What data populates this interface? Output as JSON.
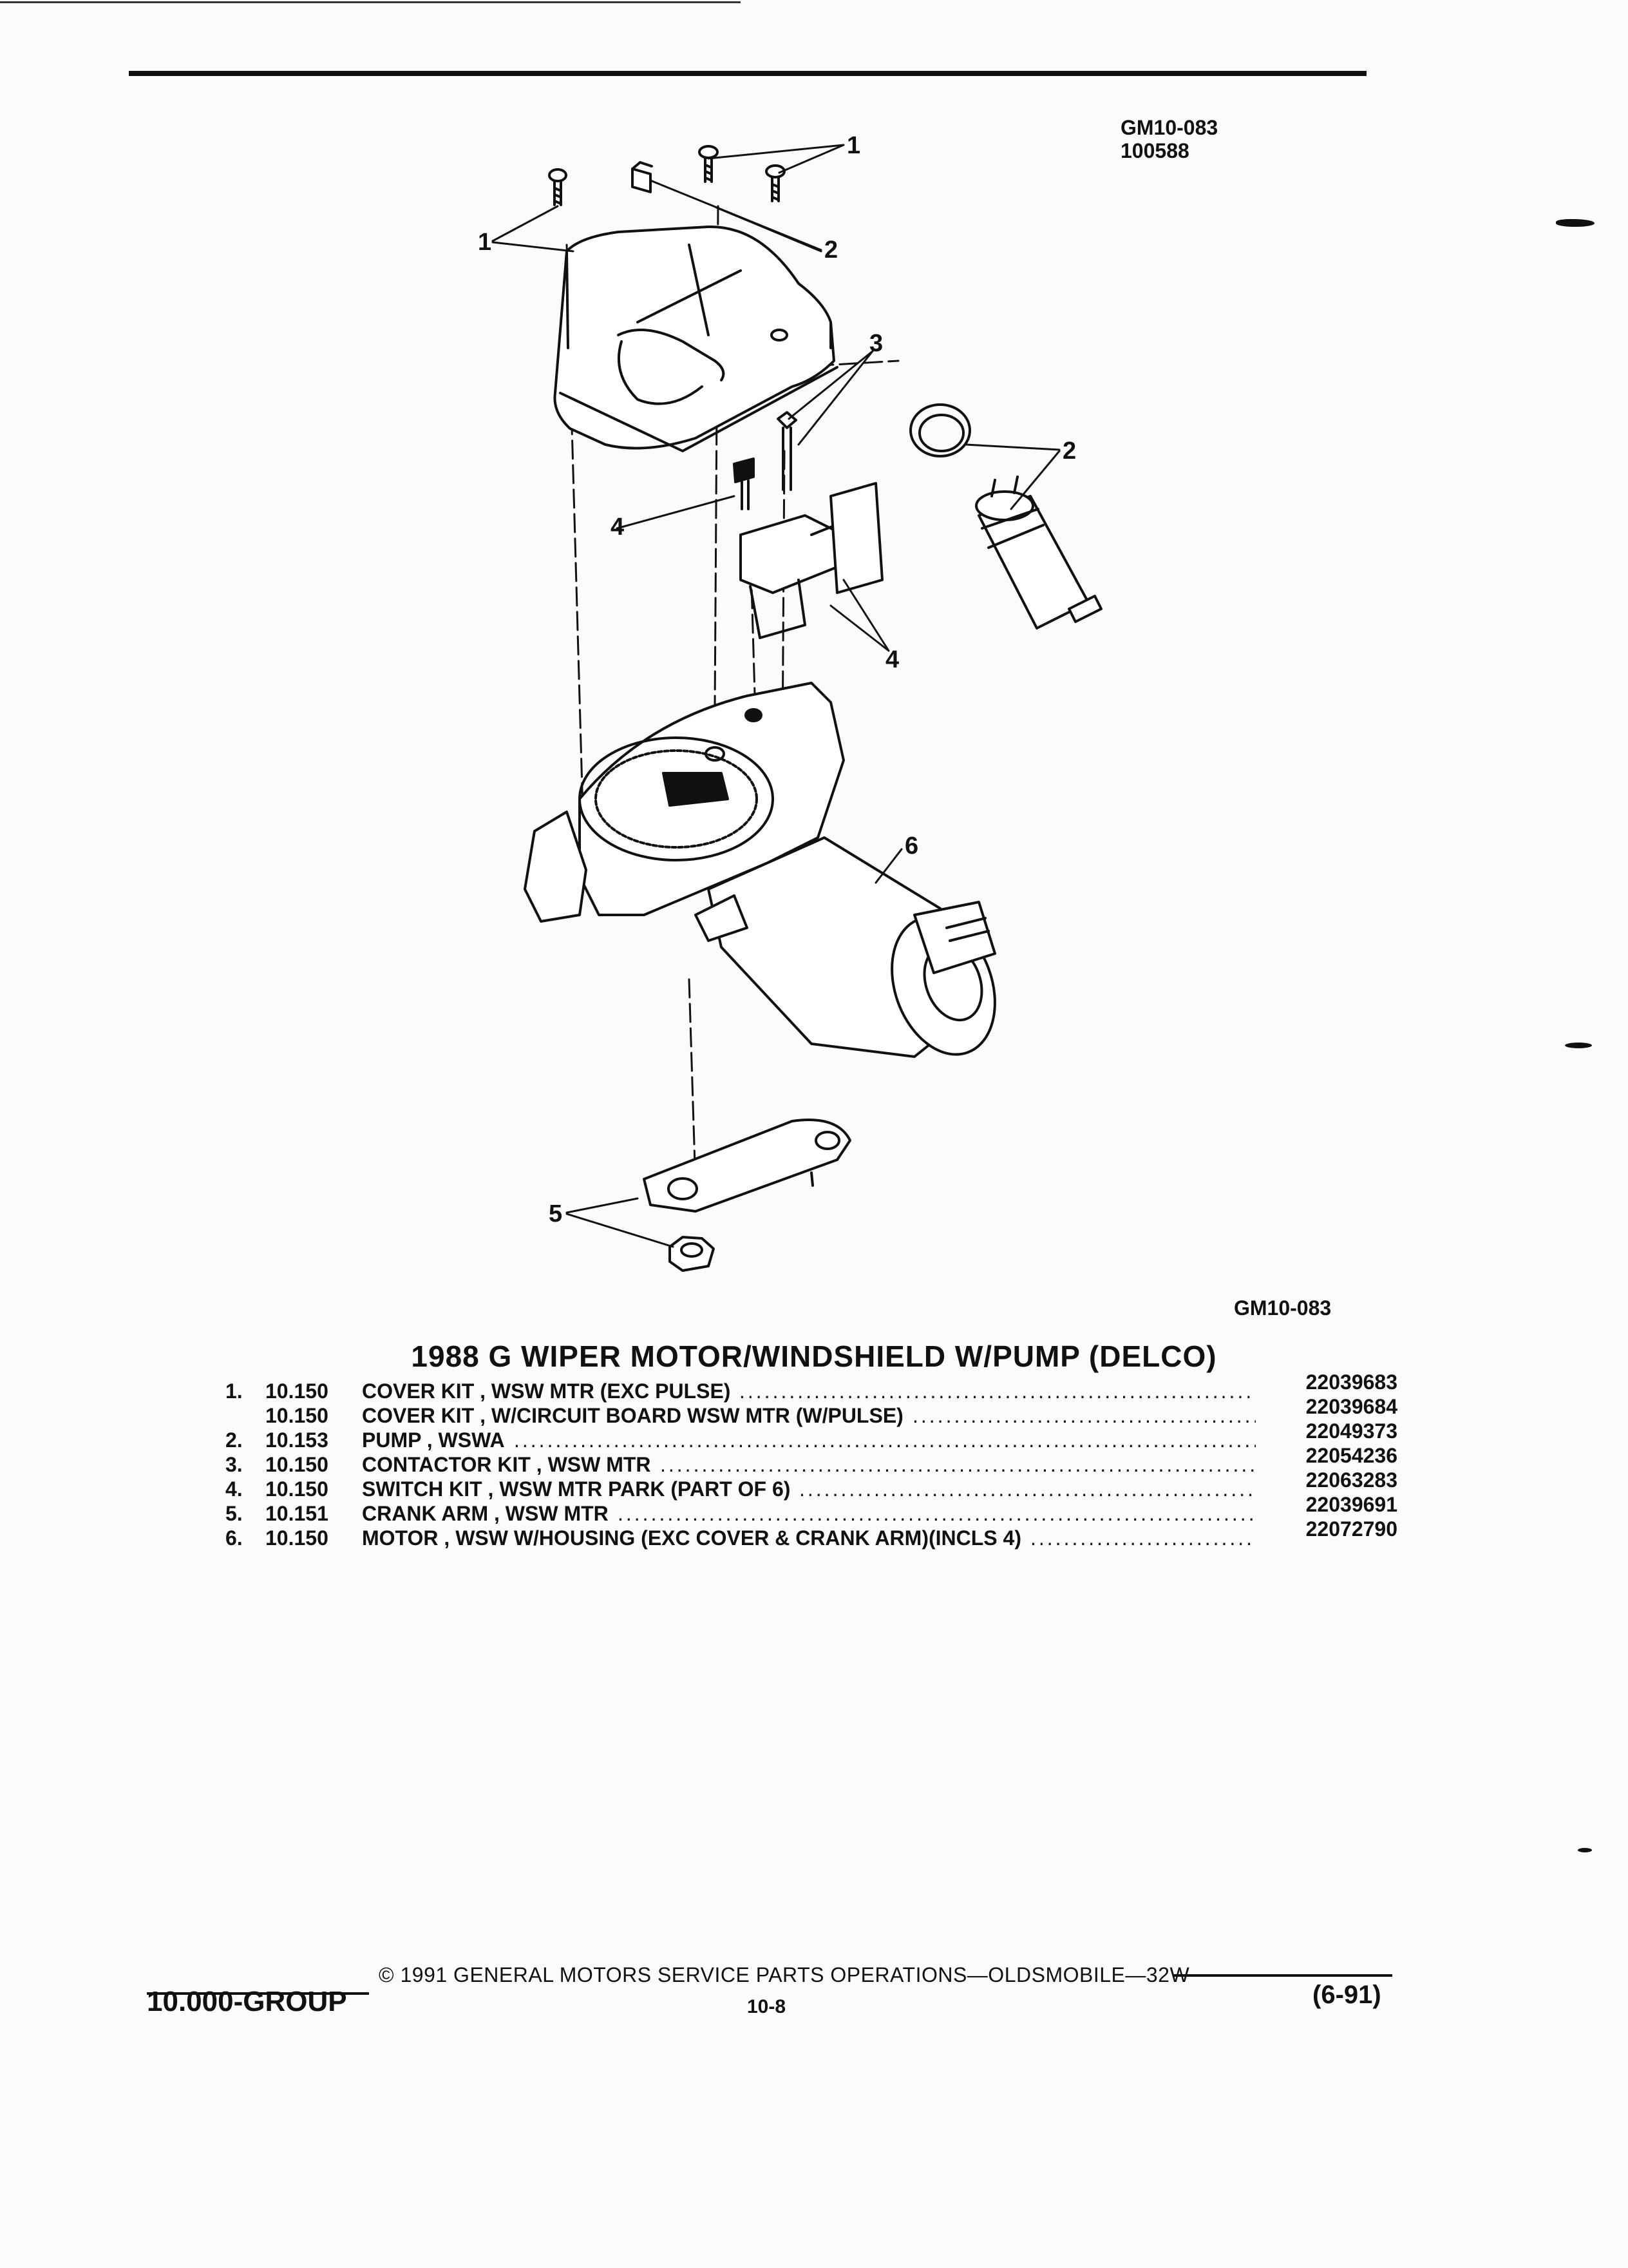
{
  "header": {
    "code": "GM10-083",
    "sub_code": "100588"
  },
  "diagram": {
    "callouts": [
      "1",
      "1",
      "2",
      "3",
      "2",
      "4",
      "4",
      "6",
      "5"
    ],
    "figure_code": "GM10-083"
  },
  "title": "1988 G WIPER MOTOR/WINDSHIELD W/PUMP (DELCO)",
  "parts": [
    {
      "num": "1.",
      "group": "10.150",
      "desc": "COVER KIT , WSW MTR (EXC PULSE)",
      "part_no": "22039683"
    },
    {
      "num": "",
      "group": "10.150",
      "desc": "COVER KIT , W/CIRCUIT BOARD WSW MTR (W/PULSE)",
      "part_no": "22039684"
    },
    {
      "num": "2.",
      "group": "10.153",
      "desc": "PUMP , WSWA",
      "part_no": "22049373"
    },
    {
      "num": "3.",
      "group": "10.150",
      "desc": "CONTACTOR KIT , WSW MTR",
      "part_no": "22054236"
    },
    {
      "num": "4.",
      "group": "10.150",
      "desc": "SWITCH KIT , WSW MTR PARK (PART OF 6)",
      "part_no": "22063283"
    },
    {
      "num": "5.",
      "group": "10.151",
      "desc": "CRANK ARM , WSW MTR",
      "part_no": "22039691"
    },
    {
      "num": "6.",
      "group": "10.150",
      "desc": "MOTOR , WSW W/HOUSING (EXC COVER & CRANK ARM)(INCLS 4)",
      "part_no": "22072790"
    }
  ],
  "footer": {
    "copyright": "© 1991 GENERAL MOTORS SERVICE PARTS OPERATIONS—OLDSMOBILE—32W",
    "group": "10.000-GROUP",
    "page": "10-8",
    "date": "(6-91)"
  }
}
